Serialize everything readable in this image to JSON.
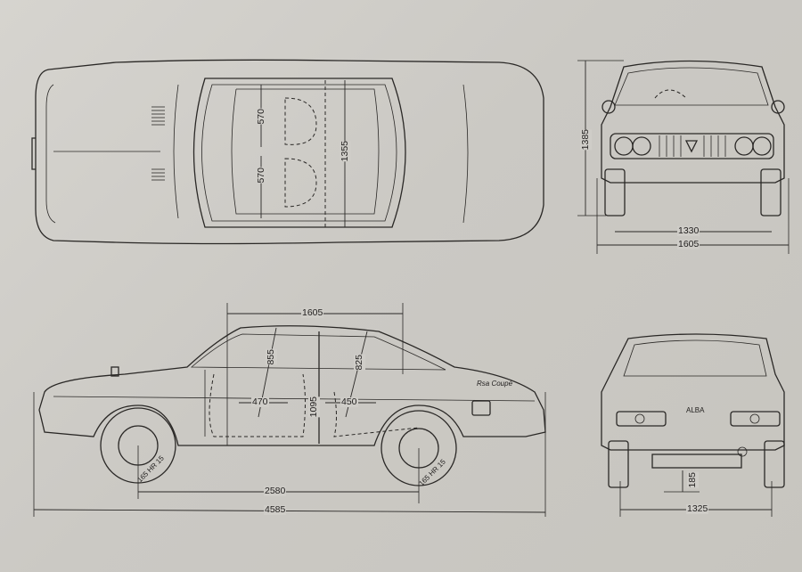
{
  "drawing": {
    "subject": "Car blueprint - coupe, four views",
    "views": [
      "top-view",
      "front-view",
      "side-view",
      "rear-view"
    ],
    "badge_text": "Rsa Coupé",
    "rear_plate_text": "ALBA"
  },
  "dimensions": {
    "top": {
      "seat_front": "570",
      "seat_rear": "570",
      "interior_width": "1355"
    },
    "front": {
      "height": "1385",
      "track": "1330",
      "width": "1605"
    },
    "side": {
      "roof_length": "1605",
      "front_headroom": "855",
      "rear_headroom": "825",
      "front_legroom": "470",
      "rear_legroom": "450",
      "interior_height": "1095",
      "wheelbase": "2580",
      "overall_length": "4585",
      "tire_front": "165 HR 15",
      "tire_rear": "165 HR 15"
    },
    "rear": {
      "ground_clearance": "185",
      "track": "1325"
    }
  }
}
